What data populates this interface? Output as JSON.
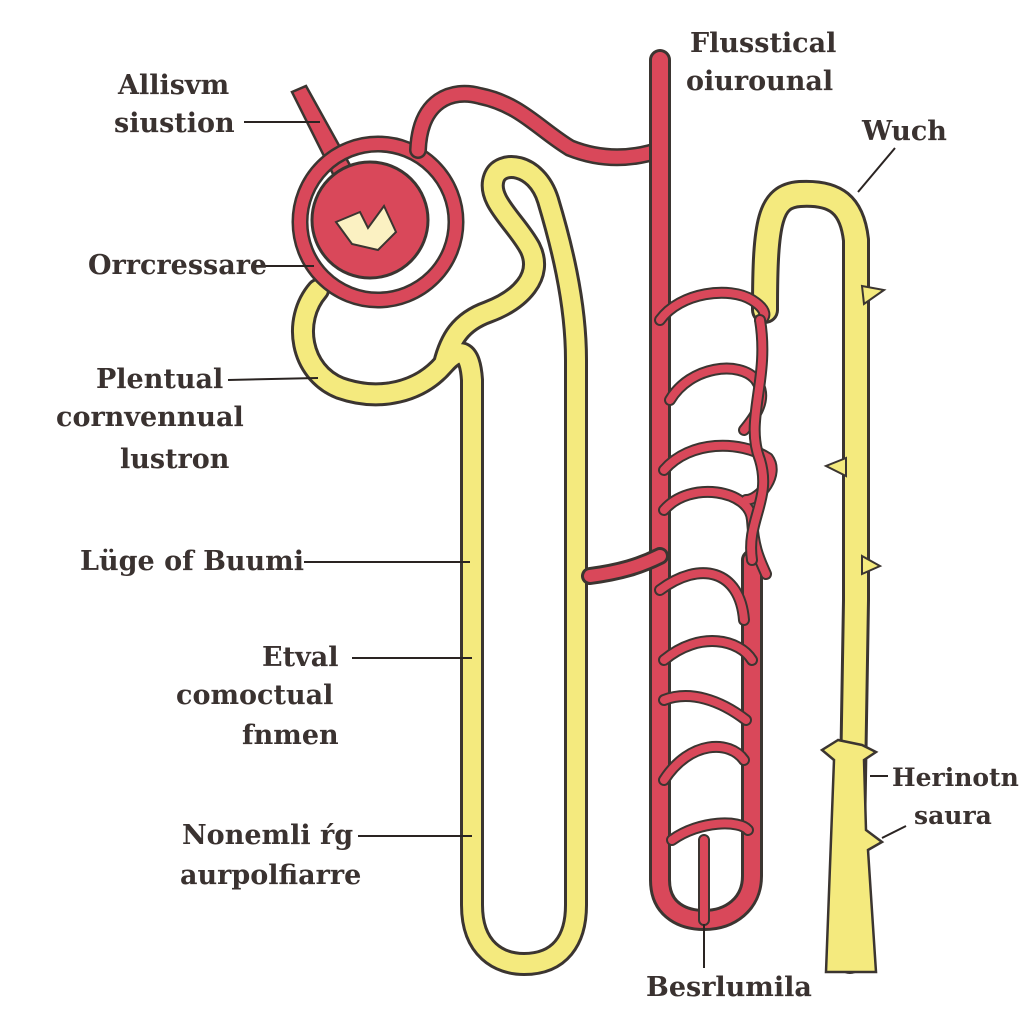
{
  "labels": {
    "afferent": [
      "Allisvm",
      "siustion"
    ],
    "glomerulus": "Orrcressare",
    "proximal": [
      "Plentual",
      "cornvennual",
      "lustron"
    ],
    "loop": "Lüge of Buumi",
    "distal": [
      "Etval",
      "comoctual",
      "fnmen"
    ],
    "collecting": [
      "Nonemli ŕg",
      "aurpolfiarre"
    ],
    "efferent": [
      "Flusstical",
      "oiurounal"
    ],
    "wuch": "Wuch",
    "duct": [
      "Herinotn",
      "saura"
    ],
    "vasa": "Besrlumila"
  },
  "colors": {
    "tubule": "#f4ea7e",
    "vessel": "#d9485a",
    "outline": "#3b3531"
  }
}
